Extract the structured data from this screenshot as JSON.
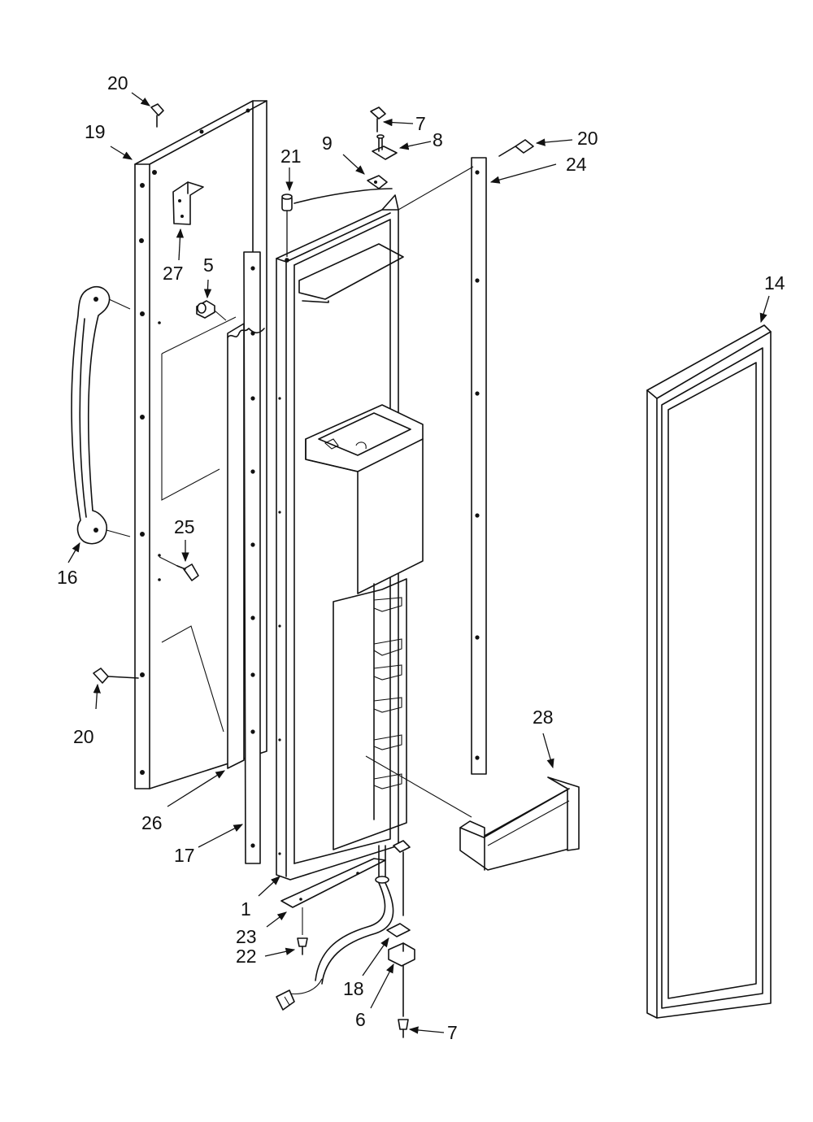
{
  "callouts": {
    "c20a": "20",
    "c19": "19",
    "c27": "27",
    "c5": "5",
    "c16": "16",
    "c25": "25",
    "c20b": "20",
    "c26": "26",
    "c17": "17",
    "c21": "21",
    "c9": "9",
    "c7a": "7",
    "c8": "8",
    "c20c": "20",
    "c24": "24",
    "c1": "1",
    "c23": "23",
    "c22": "22",
    "c18": "18",
    "c6": "6",
    "c7b": "7",
    "c28": "28",
    "c14": "14"
  }
}
